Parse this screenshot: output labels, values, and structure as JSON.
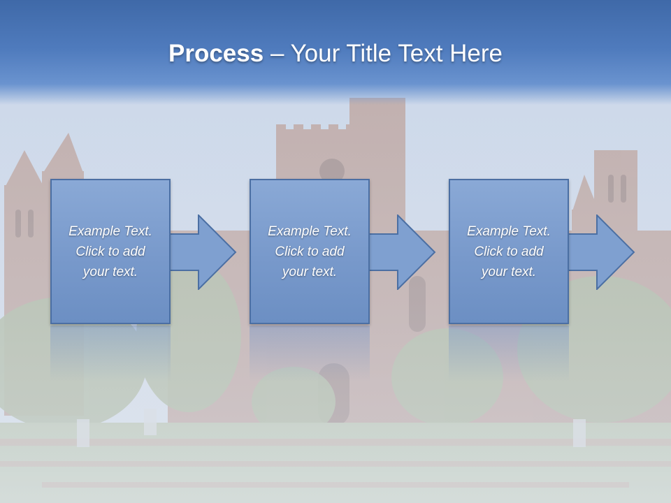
{
  "slide": {
    "title_strong": "Process",
    "title_dash": "–",
    "title_rest": "Your Title Text Here"
  },
  "steps": [
    {
      "line1": "Example Text.",
      "line2": "Click  to add",
      "line3": "your text."
    },
    {
      "line1": "Example Text.",
      "line2": "Click  to add",
      "line3": "your text."
    },
    {
      "line1": "Example Text.",
      "line2": "Click  to add",
      "line3": "your text."
    }
  ],
  "colors": {
    "header_blue": "#4f7bbd",
    "box_fill": "#7899cb",
    "box_border": "#4b6fa3",
    "arrow_fill": "#7fa0d0",
    "text_white": "#ffffff"
  }
}
